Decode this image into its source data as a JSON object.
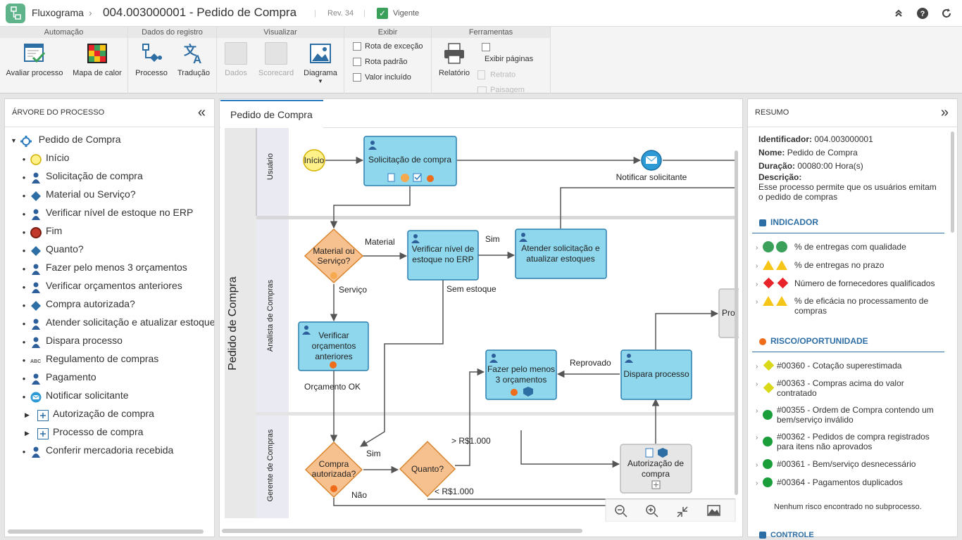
{
  "header": {
    "app_name": "Fluxograma",
    "separator": "›",
    "title": "004.003000001 - Pedido de Compra",
    "revision": "Rev. 34",
    "status": "Vigente"
  },
  "ribbon": {
    "groups": {
      "automacao": "Automação",
      "dados": "Dados do registro",
      "visualizar": "Visualizar",
      "exibir": "Exibir",
      "ferramentas": "Ferramentas"
    },
    "buttons": {
      "avaliar": "Avaliar processo",
      "mapa": "Mapa de calor",
      "processo": "Processo",
      "traducao": "Tradução",
      "dados": "Dados",
      "scorecard": "Scorecard",
      "diagrama": "Diagrama",
      "relatorio": "Relatório",
      "exibir_paginas": "Exibir páginas",
      "retrato": "Retrato",
      "paisagem": "Paisagem"
    },
    "checks": {
      "rota_excecao": "Rota de exceção",
      "rota_padrao": "Rota padrão",
      "valor_incluido": "Valor incluído"
    }
  },
  "tree": {
    "title": "ÁRVORE DO PROCESSO",
    "root": "Pedido de Compra",
    "items": [
      {
        "label": "Início",
        "icon": "start"
      },
      {
        "label": "Solicitação de compra",
        "icon": "user"
      },
      {
        "label": "Material ou Serviço?",
        "icon": "gateway"
      },
      {
        "label": "Verificar nível de estoque no ERP",
        "icon": "user"
      },
      {
        "label": "Fim",
        "icon": "end"
      },
      {
        "label": "Quanto?",
        "icon": "gateway"
      },
      {
        "label": "Fazer pelo menos 3 orçamentos",
        "icon": "user"
      },
      {
        "label": "Verificar orçamentos anteriores",
        "icon": "user"
      },
      {
        "label": "Compra autorizada?",
        "icon": "gateway"
      },
      {
        "label": "Atender solicitação e atualizar estoque",
        "icon": "user"
      },
      {
        "label": "Dispara processo",
        "icon": "user"
      },
      {
        "label": "Regulamento de compras",
        "icon": "abc"
      },
      {
        "label": "Pagamento",
        "icon": "user"
      },
      {
        "label": "Notificar solicitante",
        "icon": "mail"
      },
      {
        "label": "Autorização de compra",
        "icon": "subprocess"
      },
      {
        "label": "Processo de compra",
        "icon": "subprocess"
      },
      {
        "label": "Conferir mercadoria recebida",
        "icon": "user"
      }
    ]
  },
  "canvas": {
    "tab": "Pedido de Compra",
    "pool": "Pedido de Compra",
    "lanes": [
      "Usuário",
      "Analista de Compras",
      "Gerente de Compras"
    ],
    "nodes": {
      "inicio": "Início",
      "solicitacao": "Solicitação de compra",
      "notificar": "Notificar solicitante",
      "material": [
        "Material ou",
        "Serviço?"
      ],
      "verificar_nivel": [
        "Verificar nível de",
        "estoque no ERP"
      ],
      "atender": [
        "Atender solicitação e",
        "atualizar estoques"
      ],
      "verificar_orc": [
        "Verificar",
        "orçamentos",
        "anteriores"
      ],
      "fazer": [
        "Fazer pelo menos",
        "3 orçamentos"
      ],
      "dispara": "Dispara processo",
      "compra_aut": [
        "Compra",
        "autorizada?"
      ],
      "quanto": "Quanto?",
      "autorizacao": [
        "Autorização de",
        "compra"
      ],
      "pro": "Pro"
    },
    "labels": {
      "material": "Material",
      "sim1": "Sim",
      "servico": "Serviço",
      "sem_estoque": "Sem estoque",
      "orc_ok": "Orçamento OK",
      "reprovado": "Reprovado",
      "mais": "> R$1.000",
      "menos": "< R$1.000",
      "sim2": "Sim",
      "nao": "Não"
    }
  },
  "summary": {
    "title": "RESUMO",
    "id_label": "Identificador:",
    "id_value": "004.003000001",
    "name_label": "Nome:",
    "name_value": "Pedido de Compra",
    "dur_label": "Duração:",
    "dur_value": "00080:00 Hora(s)",
    "desc_label": "Descrição:",
    "desc_line1": "Esse processo permite que os usuários emitam",
    "desc_line2": "o pedido de compras",
    "indicator_title": "INDICADOR",
    "indicators": [
      {
        "label": "% de entregas com qualidade",
        "status": "green"
      },
      {
        "label": "% de entregas no prazo",
        "status": "yellow"
      },
      {
        "label": "Número de fornecedores qualificados",
        "status": "red"
      },
      {
        "label": "% de eficácia no processamento de",
        "label2": "compras",
        "status": "yellow"
      }
    ],
    "risk_title": "RISCO/OPORTUNIDADE",
    "risks": [
      {
        "label": "#00360 - Cotação superestimada",
        "status": "yellow"
      },
      {
        "label": "#00363 - Compras acima do valor",
        "label2": "contratado",
        "status": "yellow"
      },
      {
        "label": "#00355 - Ordem de Compra contendo um",
        "label2": "bem/serviço inválido",
        "status": "green"
      },
      {
        "label": "#00362 - Pedidos de compra registrados",
        "label2": "para itens não aprovados",
        "status": "green"
      },
      {
        "label": "#00361 - Bem/serviço desnecessário",
        "status": "green"
      },
      {
        "label": "#00364 - Pagamentos duplicados",
        "status": "green"
      }
    ],
    "no_risk": "Nenhum risco encontrado no subprocesso.",
    "control_title": "CONTROLE"
  },
  "colors": {
    "task": "#8ed7ec",
    "task_border": "#2a7fae",
    "gateway": "#f7c08f",
    "gateway_border": "#d9852d",
    "accent": "#2d7cc0",
    "green": "#3aa05a"
  }
}
